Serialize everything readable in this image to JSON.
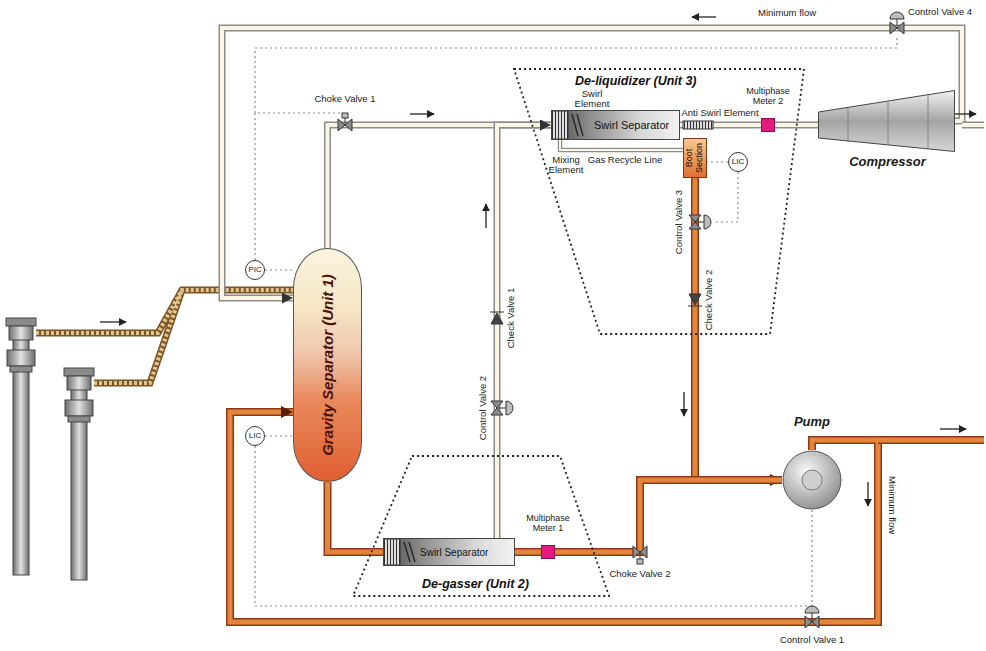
{
  "diagram": {
    "nodes": [
      {
        "text": [
          "De-liquidizer (Unit 3)"
        ]
      },
      {
        "text": [
          "Swirl Separator"
        ],
        "in": 0
      },
      {
        "text": [
          "Boot Section"
        ],
        "in": 0
      },
      {
        "text": [
          "LIC"
        ],
        "in": 0
      },
      {
        "text": [
          "Multiphase Meter 2"
        ],
        "in": 0
      },
      {
        "text": [
          "Compressor"
        ]
      },
      {
        "text": [
          "PIC"
        ]
      },
      {
        "text": [
          "Gravity Separator (Unit 1)"
        ]
      },
      {
        "text": [
          "LIC"
        ]
      },
      {
        "text": [
          "De-gasser (Unit 2)"
        ]
      },
      {
        "text": [
          "Swirl Separator"
        ],
        "in": 9
      },
      {
        "text": [
          "Multiphase Meter 1"
        ],
        "in": 9
      },
      {
        "text": [
          "Pump"
        ]
      }
    ],
    "edges": [
      {
        "from": 7,
        "to": 1,
        "arrow": "to"
      },
      {
        "from": 7,
        "to": 10,
        "arrow": "none"
      },
      {
        "from": 10,
        "to": 11,
        "arrow": "none"
      },
      {
        "from": 10,
        "to": 1,
        "arrow": "to"
      },
      {
        "from": 2,
        "to": 1,
        "label": "Gas Recycle Line",
        "arrow": "none"
      },
      {
        "from": 1,
        "to": 4,
        "arrow": "none"
      },
      {
        "from": 4,
        "to": 5,
        "arrow": "none"
      },
      {
        "from": 5,
        "to": 7,
        "label": "Minimum flow",
        "arrow": "to"
      },
      {
        "from": 2,
        "to": 12,
        "arrow": "to"
      },
      {
        "from": 11,
        "to": 12,
        "arrow": "none"
      },
      {
        "from": 12,
        "to": 7,
        "label": "Minimum flow",
        "arrow": "to"
      },
      {
        "from": 6,
        "to": 7,
        "arrow": "none"
      },
      {
        "from": 8,
        "to": 7,
        "arrow": "none"
      },
      {
        "from": 3,
        "to": 2,
        "arrow": "none"
      }
    ],
    "labels": [
      "Control Valve 4",
      "Choke Valve 1",
      "Swirl Element",
      "Anti Swirl Element",
      "Mixing Element",
      "Control Valve 3",
      "Check Valve 2",
      "Check Valve 1",
      "Control Valve 2",
      "Choke Valve 2",
      "Control Valve 1"
    ]
  }
}
